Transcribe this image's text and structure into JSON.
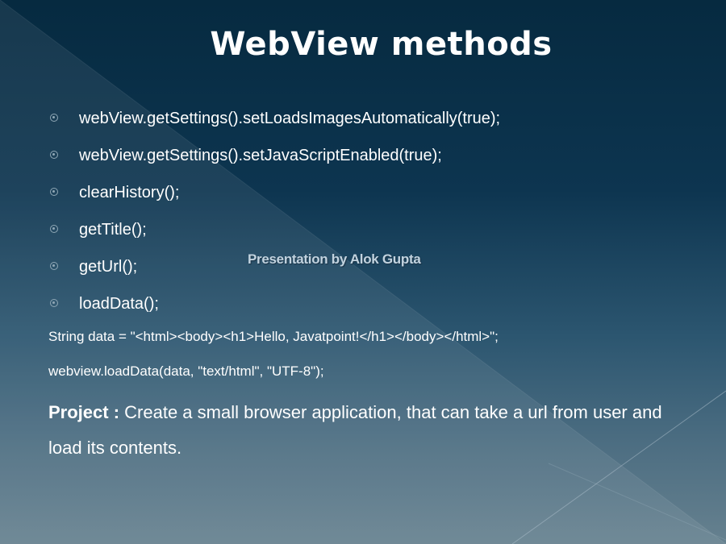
{
  "slide": {
    "title": "WebView methods",
    "bullets": [
      {
        "text": "webView.getSettings().setLoadsImagesAutomatically(true);"
      },
      {
        "text": "webView.getSettings().setJavaScriptEnabled(true);"
      },
      {
        "text": "clearHistory();"
      },
      {
        "text": "getTitle();"
      },
      {
        "text": "getUrl();"
      },
      {
        "text": "loadData();"
      }
    ],
    "bullet_icon": "circle-dot-icon",
    "code_lines": [
      "String data = \"<html><body><h1>Hello, Javatpoint!</h1></body></html>\";",
      "webview.loadData(data, \"text/html\", \"UTF-8\");"
    ],
    "credit": "Presentation by Alok Gupta",
    "project": {
      "label": "Project :",
      "text": " Create a small browser application, that can take a url from user and load its contents."
    }
  },
  "colors": {
    "background_top": "#062a40",
    "background_bottom": "#66818f",
    "text": "#ffffff",
    "bullet": "#8fa7b5",
    "credit": "#c2d3df"
  }
}
